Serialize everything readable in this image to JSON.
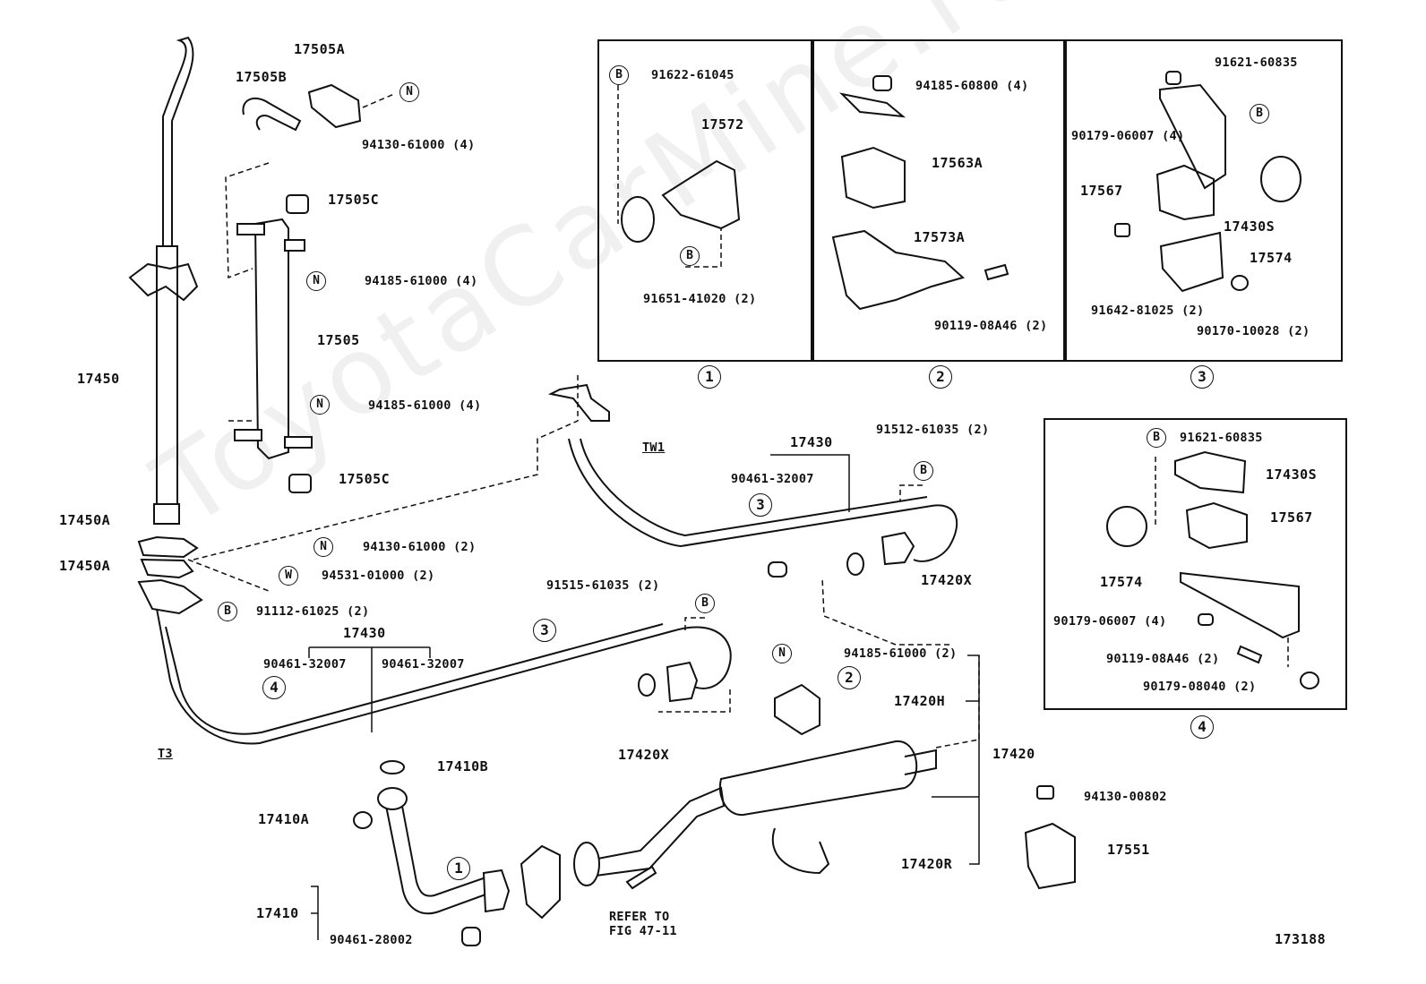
{
  "diagram_id": "173188",
  "watermark": "ToyotaCarMine.ru",
  "section_labels": {
    "tw1": "TW1",
    "t3": "T3"
  },
  "refer_note": [
    "REFER TO",
    "FIG 47-11"
  ],
  "circle_letters": {
    "n": "N",
    "b": "B",
    "w": "W"
  },
  "circle_numbers": [
    "1",
    "2",
    "3",
    "4"
  ],
  "parts": {
    "p17505A": "17505A",
    "p17505B": "17505B",
    "p17505C_top": "17505C",
    "p17505": "17505",
    "p17505C_bot": "17505C",
    "p17450": "17450",
    "p17450A_1": "17450A",
    "p17450A_2": "17450A",
    "n94130_61000_a": "94130-61000 (4)",
    "n94185_61000_a": "94185-61000 (4)",
    "n94185_61000_b": "94185-61000 (4)",
    "n94130_61000_2": "94130-61000 (2)",
    "w94531_01000": "94531-01000 (2)",
    "b91112_61025": "91112-61025 (2)",
    "p17430_left": "17430",
    "p90461_32007_a": "90461-32007",
    "p90461_32007_b": "90461-32007",
    "b91515_61035": "91515-61035 (2)",
    "p17420X_left": "17420X",
    "p17430_tw1": "17430",
    "p90461_32007_c": "90461-32007",
    "b91512_61035": "91512-61035 (2)",
    "p17420X_right": "17420X",
    "n94185_61000_c": "94185-61000 (2)",
    "p17420H": "17420H",
    "p17420": "17420",
    "p17420R": "17420R",
    "p17410B": "17410B",
    "p17410A": "17410A",
    "p17410": "17410",
    "p90461_28002": "90461-28002",
    "p94130_00802": "94130-00802",
    "p17551": "17551"
  },
  "inset1": {
    "b91622_61045": "91622-61045",
    "p17572": "17572",
    "b91651_41020": "91651-41020 (2)"
  },
  "inset2": {
    "p94185_60800": "94185-60800 (4)",
    "p17563A": "17563A",
    "p17573A": "17573A",
    "p90119_08A46": "90119-08A46 (2)"
  },
  "inset3": {
    "p91621_60835": "91621-60835",
    "p90179_06007": "90179-06007 (4)",
    "p17567": "17567",
    "p17430S": "17430S",
    "p17574": "17574",
    "p91642_81025": "91642-81025 (2)",
    "p90170_10028": "90170-10028 (2)"
  },
  "inset4": {
    "b91621_60835": "91621-60835",
    "p17430S": "17430S",
    "p17567": "17567",
    "p17574": "17574",
    "p90179_06007": "90179-06007 (4)",
    "p90119_08A46": "90119-08A46 (2)",
    "p90179_08040": "90179-08040 (2)"
  }
}
